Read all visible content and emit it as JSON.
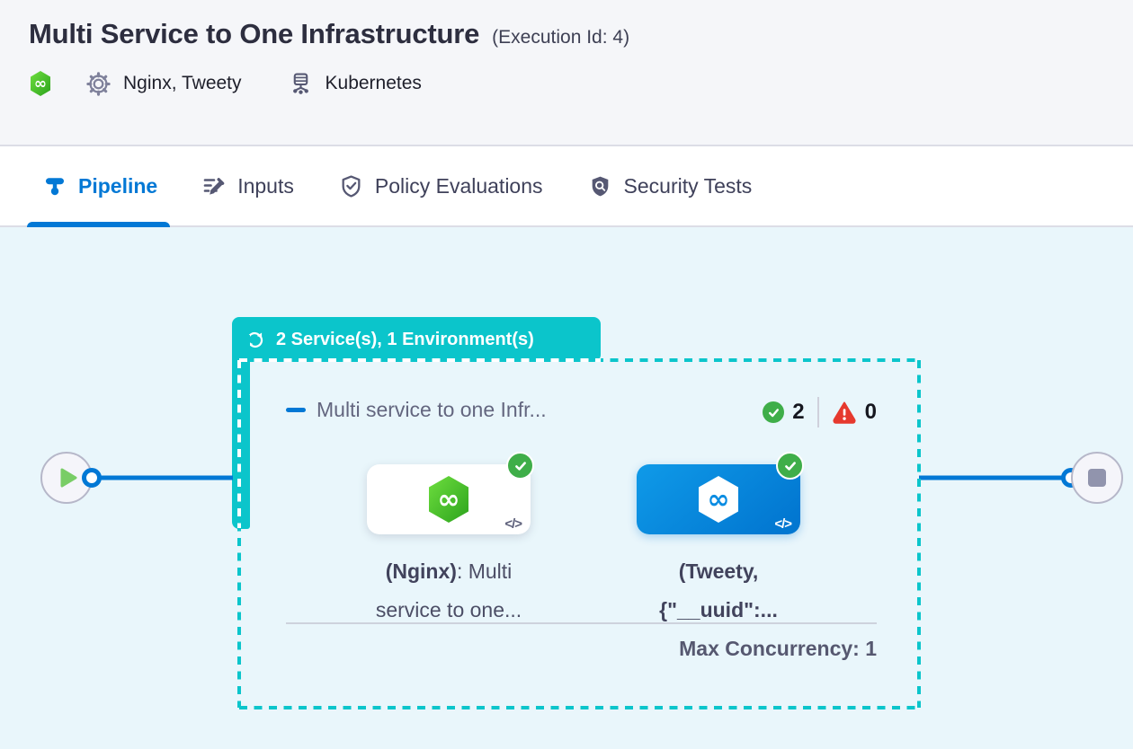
{
  "header": {
    "title": "Multi Service to One Infrastructure",
    "execution_id": "(Execution Id: 4)",
    "services": "Nginx, Tweety",
    "infrastructure": "Kubernetes"
  },
  "tabs": {
    "pipeline": "Pipeline",
    "inputs": "Inputs",
    "policy": "Policy Evaluations",
    "security": "Security Tests"
  },
  "stage": {
    "badge": "2 Service(s), 1 Environment(s)",
    "title": "Multi service to one Infr...",
    "success_count": "2",
    "error_count": "0",
    "max_concurrency": "Max Concurrency: 1",
    "services": [
      {
        "line1_bold": "(Nginx)",
        "line1_rest": ": Multi",
        "line2": "service to one..."
      },
      {
        "line1_bold": "(Tweety,",
        "line1_rest": "",
        "line2": "{\"__uuid\":..."
      }
    ]
  },
  "icons": {
    "code": "</>",
    "infinity": "∞"
  },
  "colors": {
    "teal": "#0bc5cb",
    "blue": "#0278d5",
    "green": "#3fae49",
    "red": "#e6392e",
    "card_blue_top": "#0f9ae8",
    "card_blue_bottom": "#0277d1",
    "canvas_bg": "#e9f6fb"
  }
}
